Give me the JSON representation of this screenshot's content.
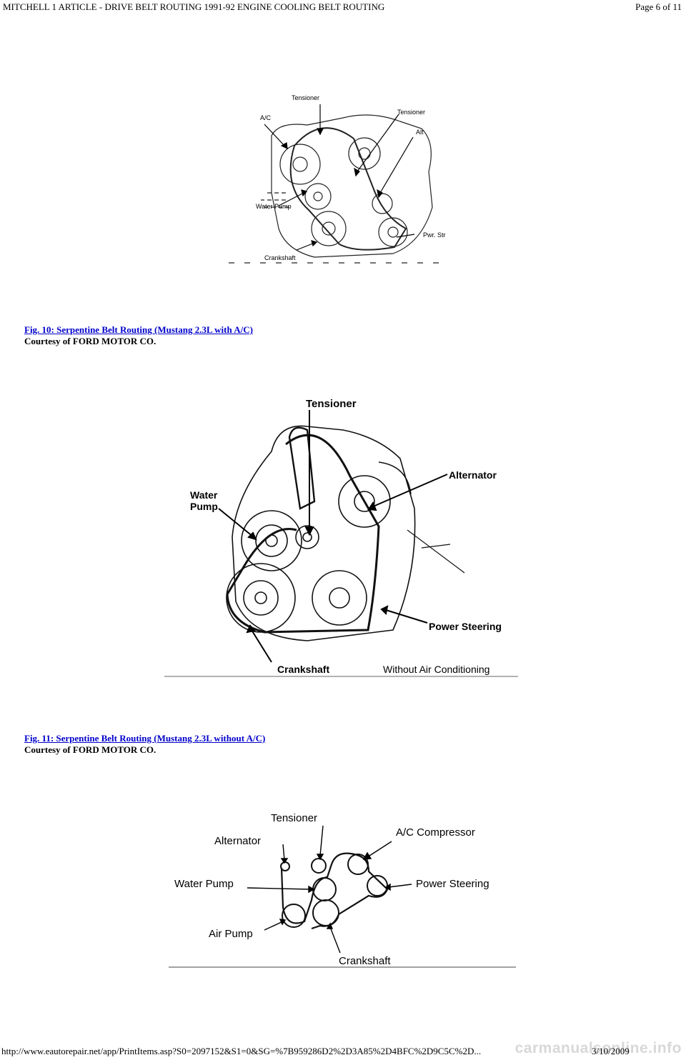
{
  "header": {
    "title": "MITCHELL 1 ARTICLE - DRIVE BELT ROUTING 1991-92 ENGINE COOLING BELT ROUTING",
    "page": "Page 6 of 11"
  },
  "figures": [
    {
      "caption": "Fig. 10: Serpentine Belt Routing (Mustang 2.3L with A/C)",
      "courtesy": "Courtesy of FORD MOTOR CO.",
      "labels": {
        "tensioner_top": "Tensioner",
        "ac": "A/C",
        "tensioner_right": "Tensioner",
        "alt": "Alt",
        "water_pump": "Water Pump",
        "pwr_str": "Pwr. Str",
        "crankshaft": "Crankshaft"
      }
    },
    {
      "caption": "Fig. 11: Serpentine Belt Routing (Mustang 2.3L without A/C)",
      "courtesy": "Courtesy of FORD MOTOR CO.",
      "labels": {
        "tensioner": "Tensioner",
        "alternator": "Alternator",
        "water": "Water",
        "pump": "Pump",
        "power_steering": "Power Steering",
        "crankshaft": "Crankshaft",
        "without_ac": "Without Air Conditioning"
      }
    },
    {
      "labels": {
        "tensioner": "Tensioner",
        "alternator": "Alternator",
        "ac_compressor": "A/C Compressor",
        "water_pump": "Water Pump",
        "power_steering": "Power Steering",
        "air_pump": "Air Pump",
        "crankshaft": "Crankshaft"
      }
    }
  ],
  "footer": {
    "url": "http://www.eautorepair.net/app/PrintItems.asp?S0=2097152&S1=0&SG=%7B959286D2%2D3A85%2D4BFC%2D9C5C%2D...",
    "date": "3/10/2009",
    "watermark": "carmanualsonline.info"
  }
}
